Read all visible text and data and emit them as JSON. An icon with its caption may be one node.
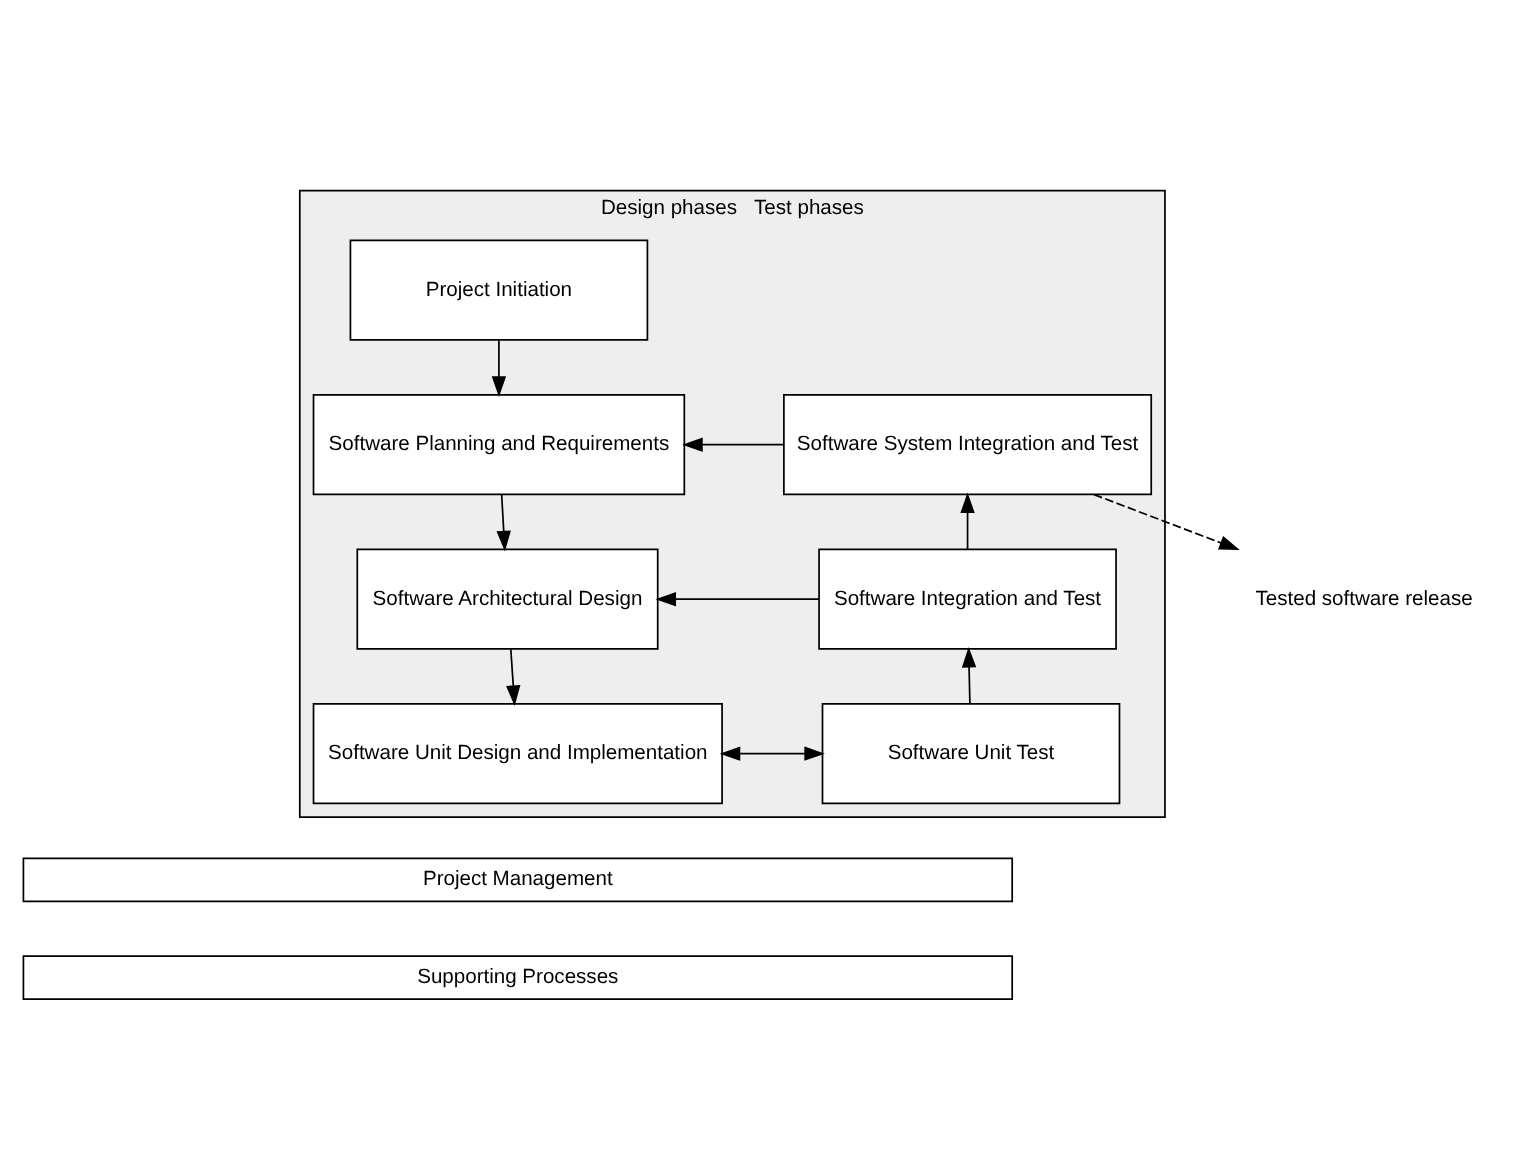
{
  "diagram": {
    "nodes": [
      {
        "text": [
          "Design phases",
          "Test phases"
        ]
      },
      {
        "text": [
          "Project Initiation"
        ],
        "in": 0
      },
      {
        "text": [
          "Software Planning and Requirements"
        ],
        "in": 0
      },
      {
        "text": [
          "Software Architectural Design"
        ],
        "in": 0
      },
      {
        "text": [
          "Software Unit Design and Implementation"
        ],
        "in": 0
      },
      {
        "text": [
          "Software Unit Test"
        ],
        "in": 0
      },
      {
        "text": [
          "Software Integration and Test"
        ],
        "in": 0
      },
      {
        "text": [
          "Software System Integration and Test"
        ],
        "in": 0
      },
      {
        "text": [
          "Tested software release"
        ]
      },
      {
        "text": [
          "Project Management"
        ]
      },
      {
        "text": [
          "Supporting Processes"
        ]
      }
    ],
    "edges": [
      {
        "from": 1,
        "to": 2,
        "arrow": "to"
      },
      {
        "from": 2,
        "to": 3,
        "arrow": "to"
      },
      {
        "from": 3,
        "to": 4,
        "arrow": "to"
      },
      {
        "from": 4,
        "to": 5,
        "arrow": "both"
      },
      {
        "from": 5,
        "to": 6,
        "arrow": "to"
      },
      {
        "from": 6,
        "to": 7,
        "arrow": "to"
      },
      {
        "from": 7,
        "to": 2,
        "arrow": "to"
      },
      {
        "from": 6,
        "to": 3,
        "arrow": "to"
      },
      {
        "from": 7,
        "to": 8,
        "arrow": "to",
        "style": "dashed"
      }
    ]
  }
}
